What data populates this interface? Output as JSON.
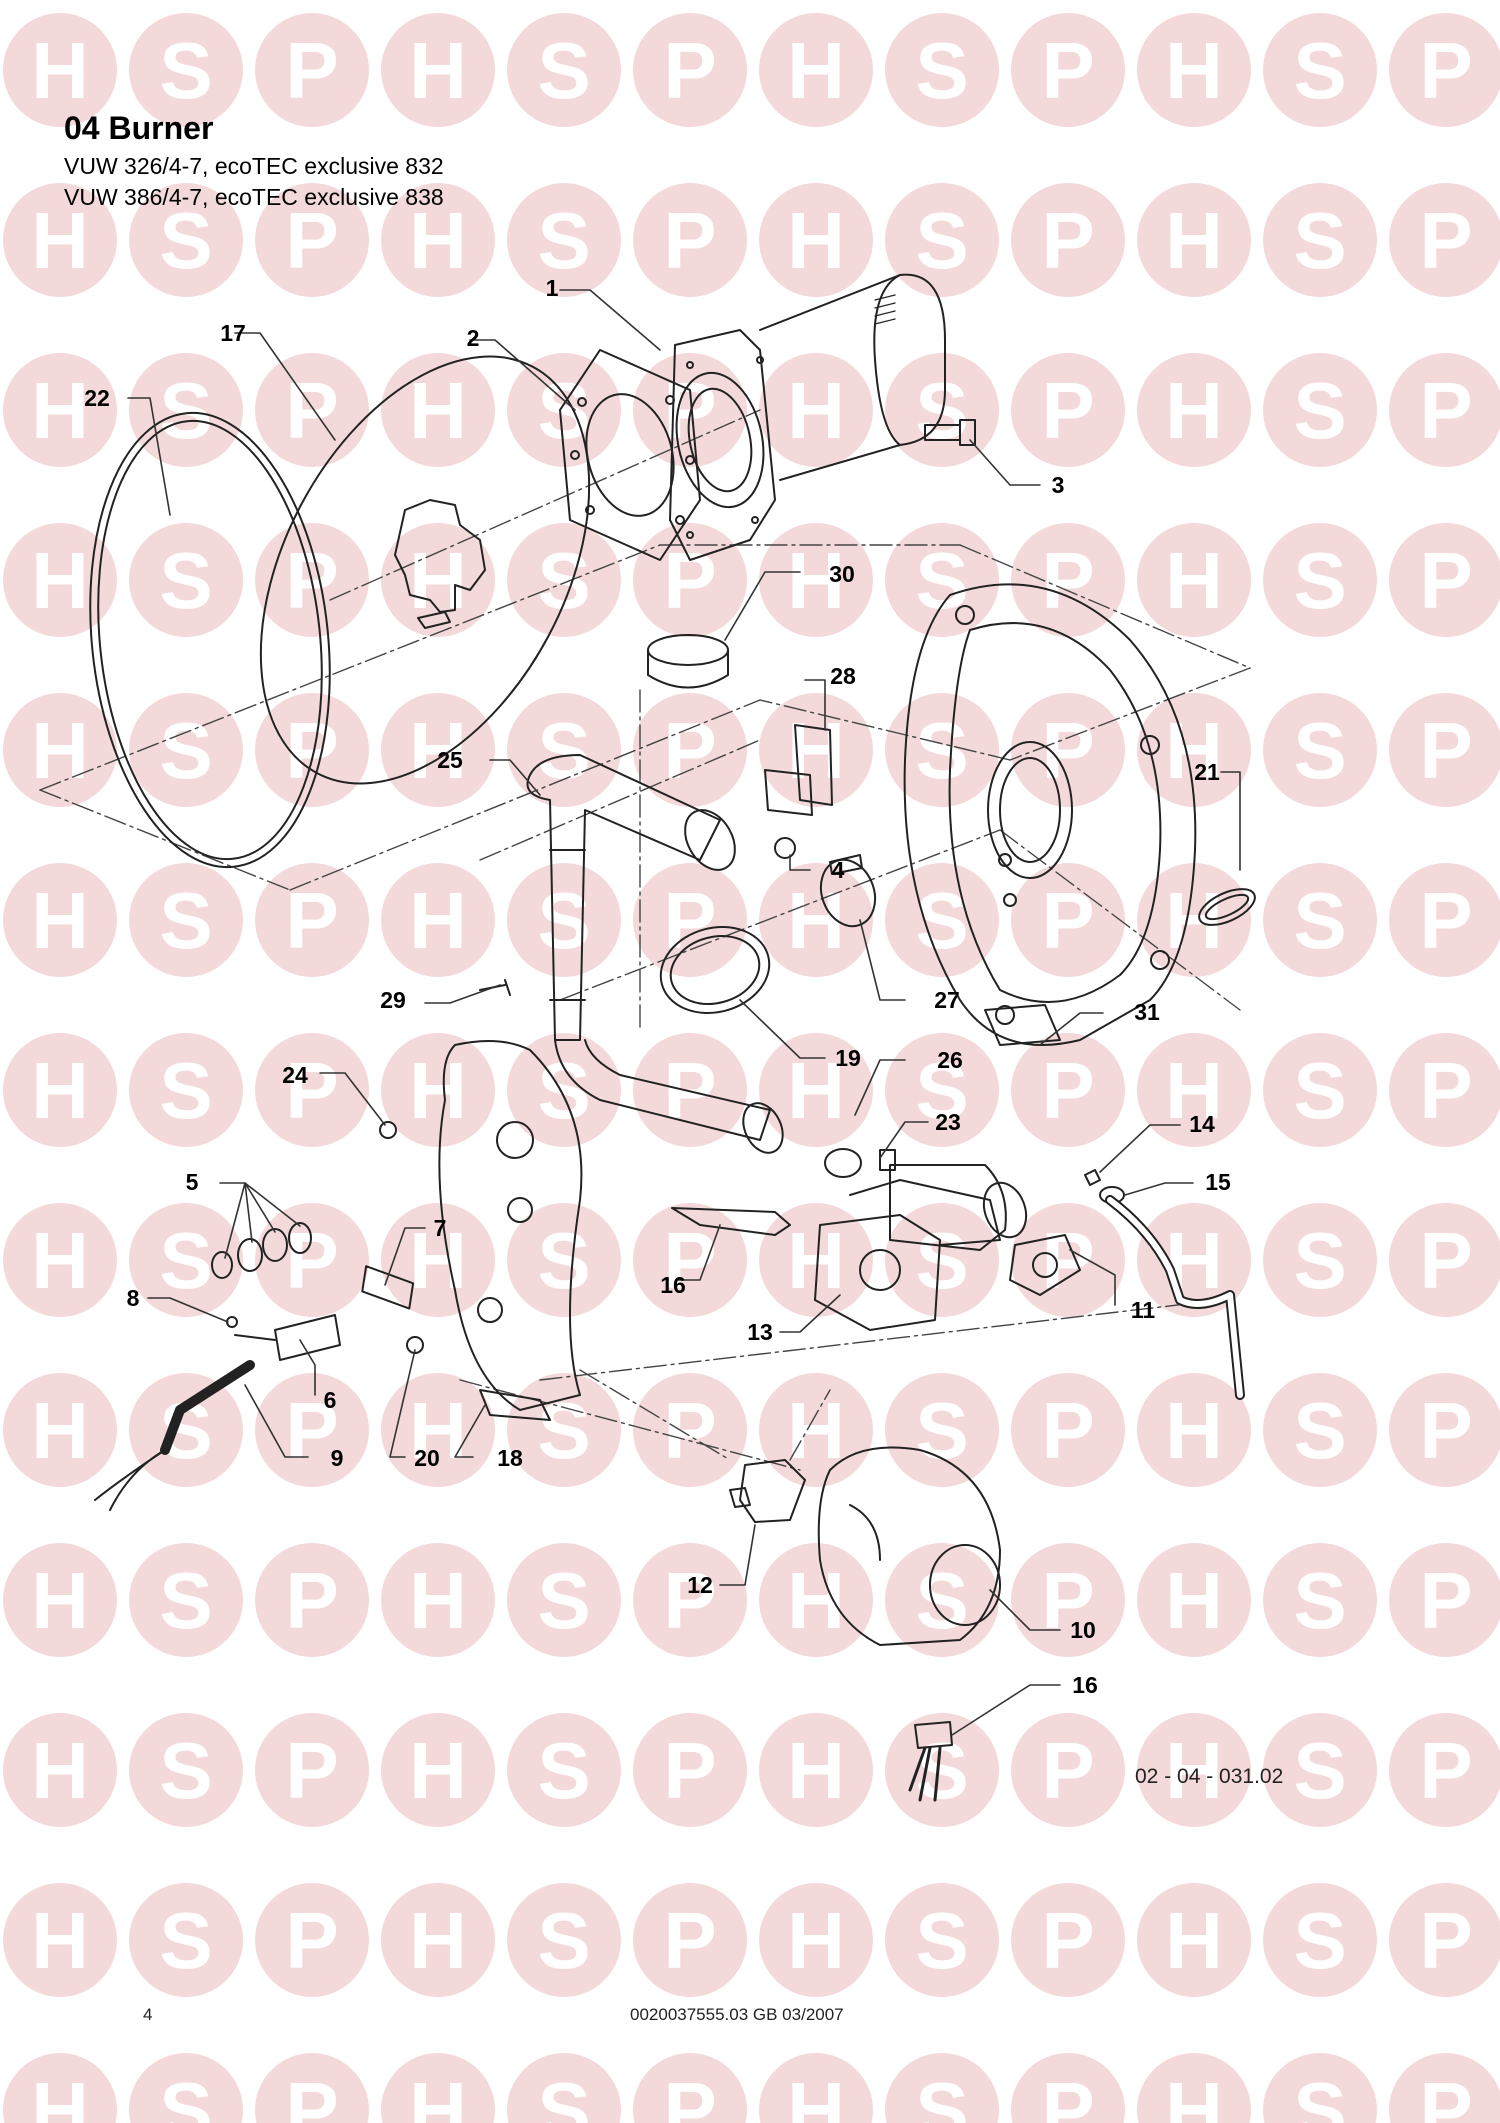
{
  "header": {
    "title": "04 Burner",
    "subtitles": [
      "VUW 326/4-7, ecoTEC exclusive 832",
      "VUW 386/4-7, ecoTEC exclusive 838"
    ]
  },
  "watermark": {
    "letters": [
      "H",
      "S",
      "P"
    ],
    "color": "#f3d9d9"
  },
  "callouts": [
    "1",
    "2",
    "3",
    "4",
    "5",
    "6",
    "7",
    "8",
    "9",
    "10",
    "11",
    "12",
    "13",
    "14",
    "15",
    "16",
    "16",
    "17",
    "18",
    "19",
    "20",
    "21",
    "22",
    "23",
    "24",
    "25",
    "26",
    "27",
    "28",
    "29",
    "30",
    "31"
  ],
  "diagram_ref": "02 - 04 - 031.02",
  "footer": {
    "page_number": "4",
    "doc_code": "0020037555.03 GB 03/2007"
  }
}
